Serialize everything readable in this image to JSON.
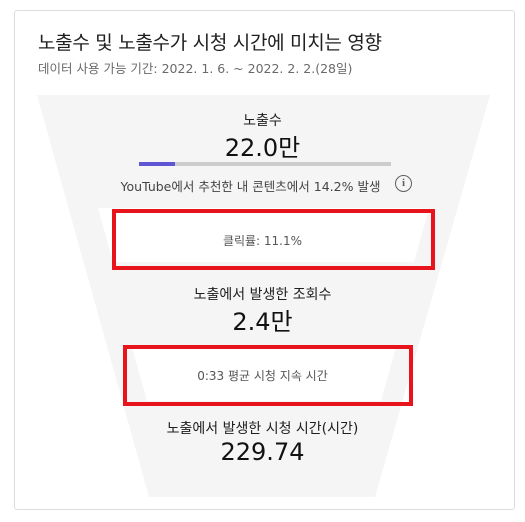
{
  "header": {
    "title": "노출수 및 노출수가 시청 시간에 미치는 영향",
    "subtitle": "데이터 사용 가능 기간: 2022. 1. 6. ~ 2022. 2. 2.(28일)"
  },
  "funnel": {
    "impressions": {
      "label": "노출수",
      "value": "22.0만",
      "note": "YouTube에서 추천한 내 콘텐츠에서 14.2% 발생",
      "progress": 0.142
    },
    "ctr": {
      "label": "클릭률: 11.1%"
    },
    "views": {
      "label": "노출에서 발생한 조회수",
      "value": "2.4만"
    },
    "avg_duration": {
      "label": "0:33 평균 시청 지속 시간"
    },
    "watch_time": {
      "label": "노출에서 발생한 시청 시간(시간)",
      "value": "229.74"
    }
  },
  "colors": {
    "progress_fill": "#5f56d4",
    "progress_track": "#cccccc",
    "highlight_border": "#e8141c",
    "funnel_fill": "#f5f5f5",
    "funnel_band": "#ffffff"
  },
  "icons": {
    "info": "info-circle-icon"
  }
}
